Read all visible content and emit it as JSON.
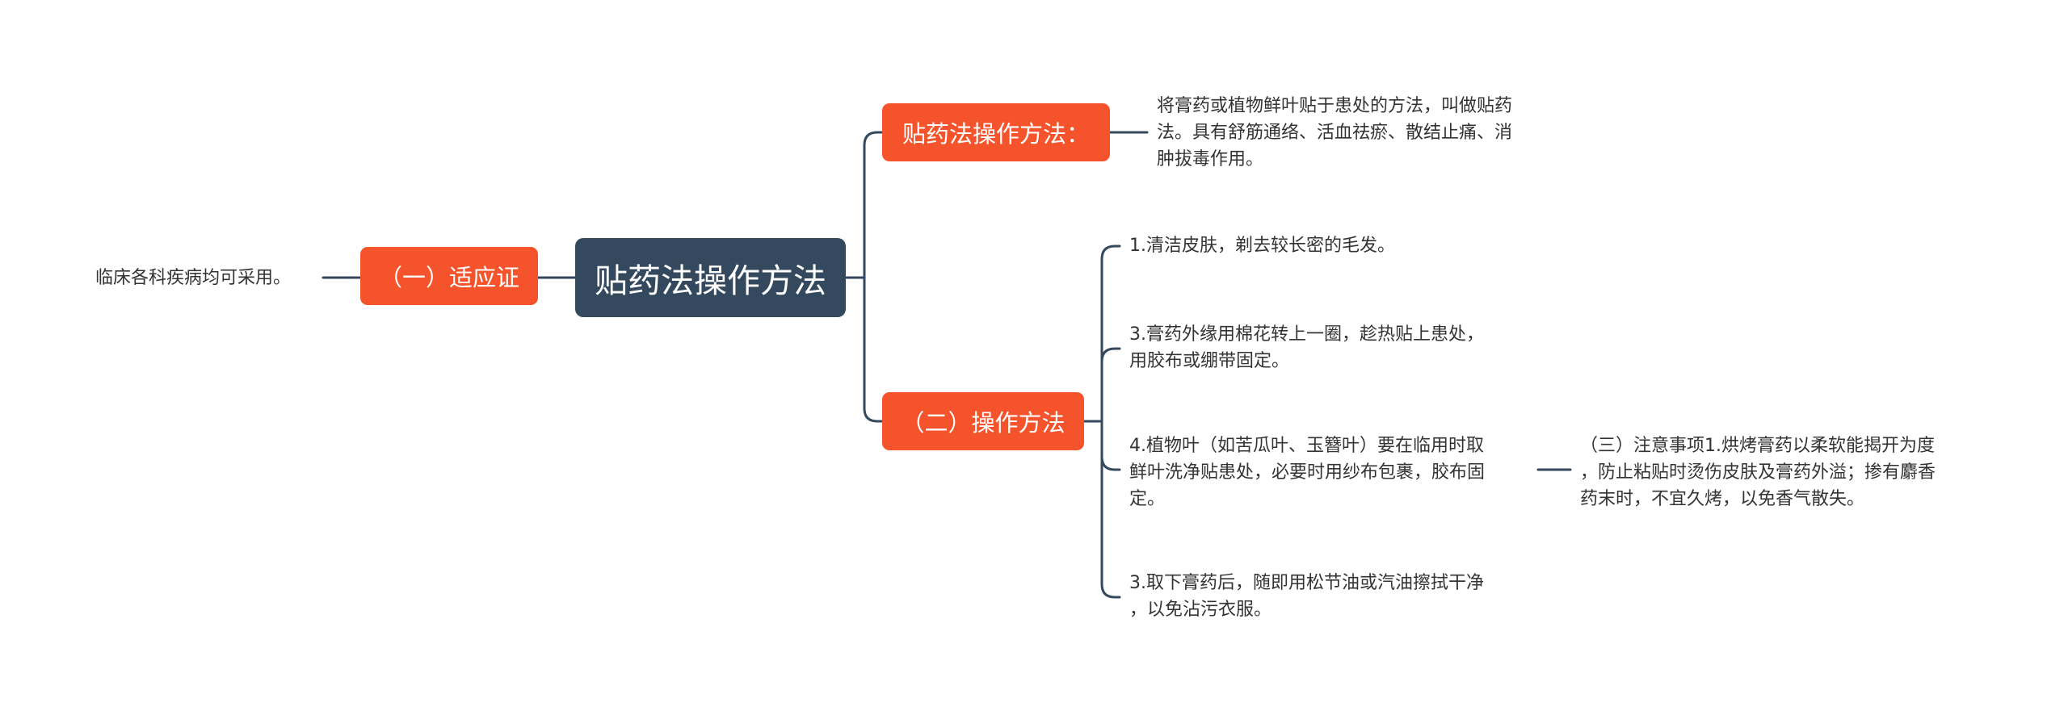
{
  "root": {
    "label": "贴药法操作方法"
  },
  "branches": {
    "left": {
      "label": "（一）适应证"
    },
    "top": {
      "label": "贴药法操作方法："
    },
    "bottom": {
      "label": "（二）操作方法"
    }
  },
  "leaves": {
    "left": {
      "lines": [
        "临床各科疾病均可采用。"
      ]
    },
    "top": {
      "lines": [
        "将膏药或植物鲜叶贴于患处的方法，叫做贴药",
        "法。具有舒筋通络、活血祛瘀、散结止痛、消",
        "肿拔毒作用。"
      ]
    },
    "step1": {
      "lines": [
        "1.清洁皮肤，剃去较长密的毛发。"
      ]
    },
    "step3a": {
      "lines": [
        "3.膏药外缘用棉花转上一圈，趁热贴上患处，",
        "用胶布或绷带固定。"
      ]
    },
    "step4": {
      "lines": [
        "4.植物叶（如苦瓜叶、玉簪叶）要在临用时取",
        "鲜叶洗净贴患处，必要时用纱布包裹，胶布固",
        "定。"
      ]
    },
    "step3b": {
      "lines": [
        "3.取下膏药后，随即用松节油或汽油擦拭干净",
        "，以免沾污衣服。"
      ]
    },
    "note": {
      "lines": [
        "（三）注意事项1.烘烤膏药以柔软能揭开为度",
        "，防止粘贴时烫伤皮肤及膏药外溢；掺有麝香",
        "药末时，不宜久烤，以免香气散失。"
      ]
    }
  },
  "colors": {
    "root": "#34495e",
    "branch": "#f4532b",
    "connector": "#34495e",
    "leaf_text": "#333333"
  }
}
